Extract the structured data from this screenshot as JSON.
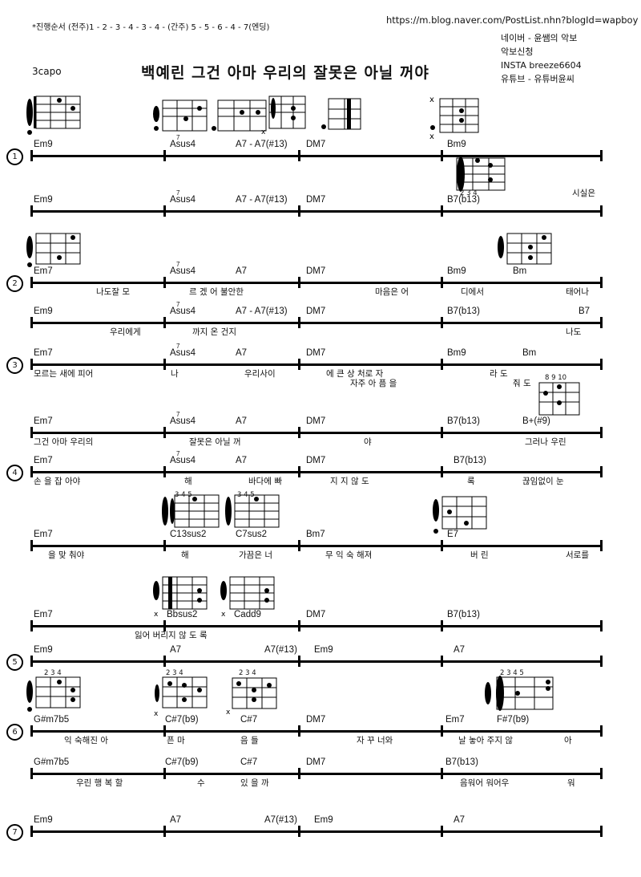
{
  "header": {
    "order": "*진행순서 (전주)1 - 2 - 3 - 4 - 3 - 4 - (간주) 5 - 5 - 6 - 4 - 7(엔딩)",
    "url": "https://m.blog.naver.com/PostList.nhn?blogId=wapboy",
    "naver": "네이버 -   윤쌤의 악보",
    "request": "악보신청",
    "insta": "INSTA    breeze6604",
    "youtube": "유튜브 -  유튜버윤씨",
    "capo": "3capo",
    "title": "백예린 그건 아마 우리의 잘못은 아닐 꺼야"
  },
  "rows": [
    {
      "num": "1",
      "chords": [
        "Em9",
        "Asus4",
        "A7  -  A7(#13)",
        "DM7",
        "Bm9"
      ],
      "lyrics": []
    },
    {
      "chords": [
        "Em9",
        "Asus4",
        "A7  -  A7(#13)",
        "DM7",
        "B7(b13)"
      ],
      "lyrics": [
        "시실은"
      ]
    },
    {
      "num": "2",
      "chords": [
        "Em7",
        "Asus4",
        "A7",
        "DM7",
        "Bm9",
        "Bm"
      ],
      "lyrics": [
        "나도잘  모",
        "르  겠   어  불안한",
        "마음은  어",
        "디에서",
        "태어나"
      ]
    },
    {
      "chords": [
        "Em9",
        "Asus4",
        "A7  -  A7(#13)",
        "DM7",
        "B7(b13)",
        "B7"
      ],
      "lyrics": [
        "우리에게",
        "까지    온     건지",
        "나도"
      ]
    },
    {
      "num": "3",
      "chords": [
        "Em7",
        "Asus4",
        "A7",
        "DM7",
        "Bm9",
        "Bm"
      ],
      "lyrics": [
        "모르는    새에      피어",
        "나",
        "우리사이",
        "에  큰  상  처로   자",
        "라    도",
        "자주  아  픔     을",
        "줘    도"
      ],
      "fingers": "8 9 10"
    },
    {
      "chords": [
        "Em7",
        "Asus4",
        "A7",
        "DM7",
        "B7(b13)",
        "B+(#9)"
      ],
      "lyrics": [
        "그건   아마   우리의",
        "잘못은      아닐  꺼",
        "야",
        "그러나 우린"
      ]
    },
    {
      "num": "4",
      "chords": [
        "Em7",
        "Asus4",
        "A7",
        "DM7",
        "B7(b13)"
      ],
      "lyrics": [
        "손      을      잡  아야",
        "해",
        "바다에  빠",
        "지      지   않     도",
        "록",
        "끊임없이 눈"
      ]
    },
    {
      "chords": [
        "Em7",
        "C13sus2",
        "C7sus2",
        "Bm7",
        "E7"
      ],
      "lyrics": [
        "을     맞   춰야",
        "해",
        "가끔은  너",
        "무      익   숙 해져",
        "버  린",
        "서로를"
      ]
    },
    {
      "chords": [
        "Em7",
        "Bbsus2",
        "Cadd9",
        "DM7",
        "B7(b13)"
      ],
      "lyrics": [
        "잃어    버리지   않   도     록"
      ]
    },
    {
      "num": "5",
      "chords": [
        "Em9",
        "A7",
        "A7(#13)",
        "Em9",
        "A7"
      ],
      "lyrics": []
    },
    {
      "num": "6",
      "chords": [
        "G#m7b5",
        "C#7(b9)",
        "C#7",
        "DM7",
        "Em7",
        "F#7(b9)"
      ],
      "lyrics": [
        "익  숙해진 아",
        "픈      마",
        "음      들",
        "자  꾸   너와",
        "날   놓아 주지  않",
        "아"
      ]
    },
    {
      "chords": [
        "G#m7b5",
        "C#7(b9)",
        "C#7",
        "DM7",
        "B7(b13)"
      ],
      "lyrics": [
        "우린 행 복 할",
        "수",
        "있  을   까",
        "음워어   워어우",
        "워"
      ]
    },
    {
      "num": "7",
      "chords": [
        "Em9",
        "A7",
        "A7(#13)",
        "Em9",
        "A7"
      ],
      "lyrics": []
    }
  ]
}
